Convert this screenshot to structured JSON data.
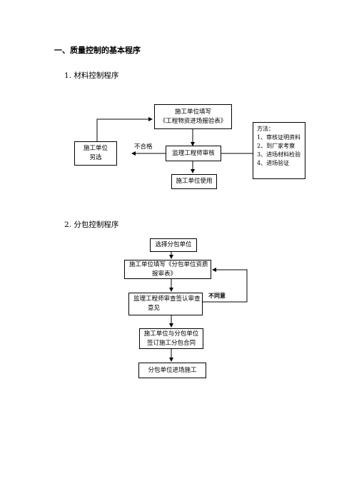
{
  "section_title": "一、质量控制的基本程序",
  "material": {
    "heading": "1.   材料控制程序",
    "fill_box": [
      "施工单位填写",
      "《工程物资进场报验表》"
    ],
    "review_box": "监理工程师审核",
    "use_box": "施工单位使用",
    "reselect_box": [
      "施工单位",
      "另选"
    ],
    "reject_label": "不合格",
    "method_title": "方法：",
    "methods": [
      "1、审核证明资料",
      "2、到厂家考察",
      "3、进场材料检验",
      "4、进场验证"
    ]
  },
  "subcontract": {
    "heading": "2.   分包控制程序",
    "select_box": "选择分包单位",
    "fill_box": [
      "施工单位填写《分包单位资质",
      "报审表》"
    ],
    "review_box": [
      "监理工程师审查签认审查",
      "意见"
    ],
    "sign_box": [
      "施工单位与分包单位",
      "签订施工分包合同"
    ],
    "enter_box": "分包单位进场施工",
    "disagree_label": "不同意"
  }
}
